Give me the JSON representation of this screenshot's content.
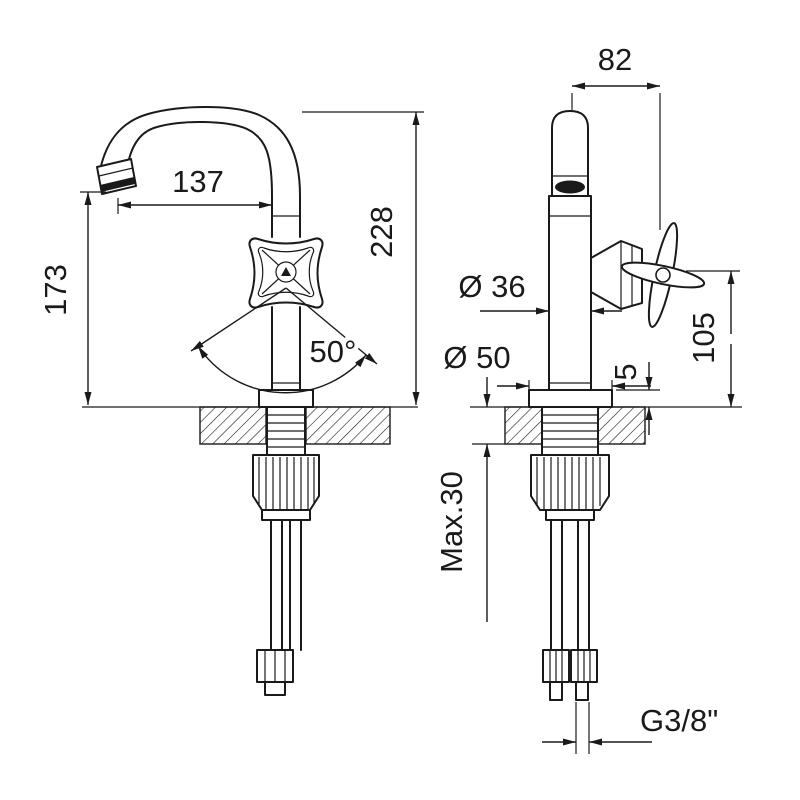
{
  "drawing": {
    "type": "faucet-installation-dimension-drawing",
    "dims": {
      "reach": "137",
      "outlet_height": "173",
      "total_height": "228",
      "swivel_angle": "50°",
      "top_offset": "82",
      "body_diameter": "Ø 36",
      "base_diameter": "Ø 50",
      "flange_height": "5",
      "handle_height": "105",
      "max_mounting_thickness": "Max.30",
      "thread": "G3/8\""
    }
  }
}
